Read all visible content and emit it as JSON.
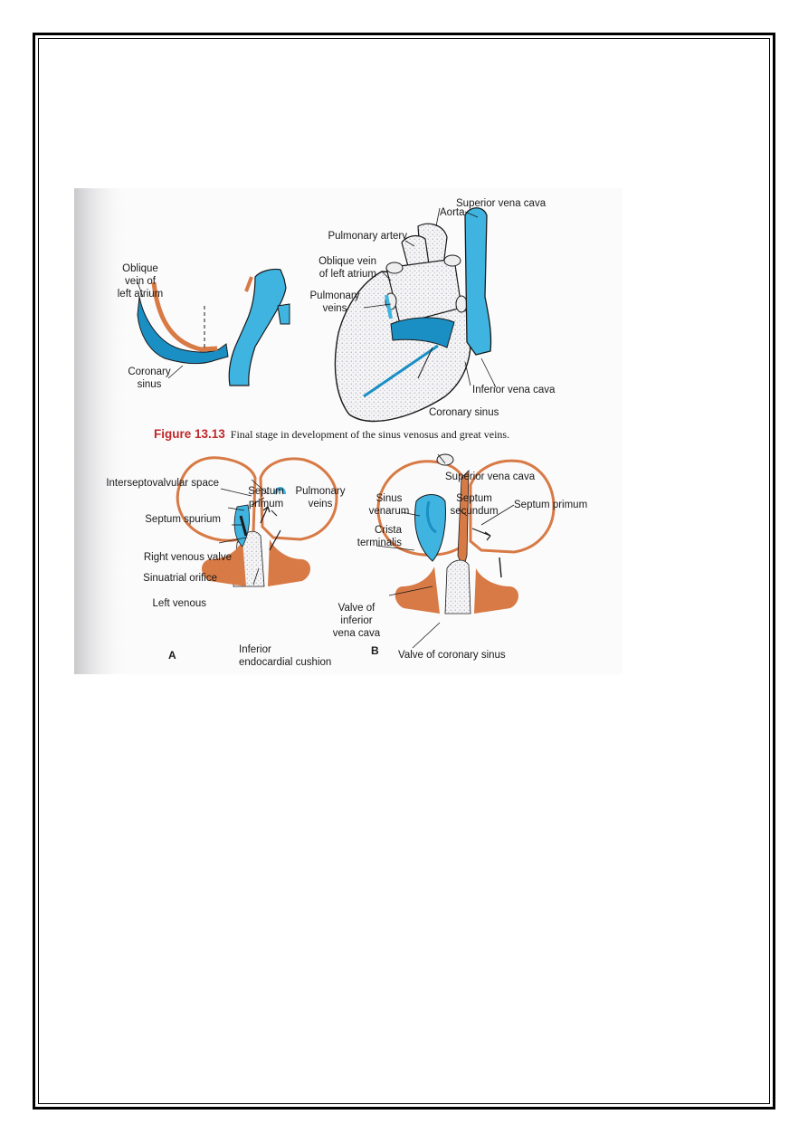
{
  "colors": {
    "vein_blue": "#3fb4e0",
    "vein_blue_dark": "#1a8fc4",
    "artery_orange": "#d87a45",
    "caption_red": "#c0282a",
    "outline": "#1a1a1a"
  },
  "figure_top": {
    "caption_number": "Figure 13.13",
    "caption_text": "Final stage in development of the sinus venosus and great veins.",
    "left_labels": {
      "oblique_vein": [
        "Oblique",
        "vein of",
        "left atrium"
      ],
      "coronary_sinus": [
        "Coronary",
        "sinus"
      ]
    },
    "right_labels": {
      "aorta": "Aorta",
      "superior_vena_cava": "Superior vena cava",
      "pulmonary_artery": "Pulmonary artery",
      "oblique_vein": [
        "Oblique vein",
        "of left atrium"
      ],
      "pulmonary_veins": [
        "Pulmonary",
        "veins"
      ],
      "inferior_vena_cava": "Inferior vena cava",
      "coronary_sinus": "Coronary sinus"
    }
  },
  "figure_bottom": {
    "panel_a": {
      "letter": "A",
      "interseptovalvular_space": "Interseptovalvular space",
      "septum_primum": [
        "Septum",
        "primum"
      ],
      "pulmonary_veins": [
        "Pulmonary",
        "veins"
      ],
      "septum_spurium": "Septum spurium",
      "right_venous_valve": "Right venous valve",
      "sinuatrial_orifice": "Sinuatrial orifice",
      "left_venous": "Left venous",
      "inferior_endocardial_cushion": [
        "Inferior",
        "endocardial cushion"
      ]
    },
    "panel_b": {
      "letter": "B",
      "superior_vena_cava": "Superior vena cava",
      "sinus_venarum": [
        "Sinus",
        "venarum"
      ],
      "septum_secundum": [
        "Septum",
        "secundum"
      ],
      "septum_primum": "Septum primum",
      "crista_terminalis": [
        "Crista",
        "terminalis"
      ],
      "valve_of_ivc": [
        "Valve of",
        "inferior",
        "vena cava"
      ],
      "valve_of_coronary_sinus": "Valve of coronary sinus"
    }
  }
}
